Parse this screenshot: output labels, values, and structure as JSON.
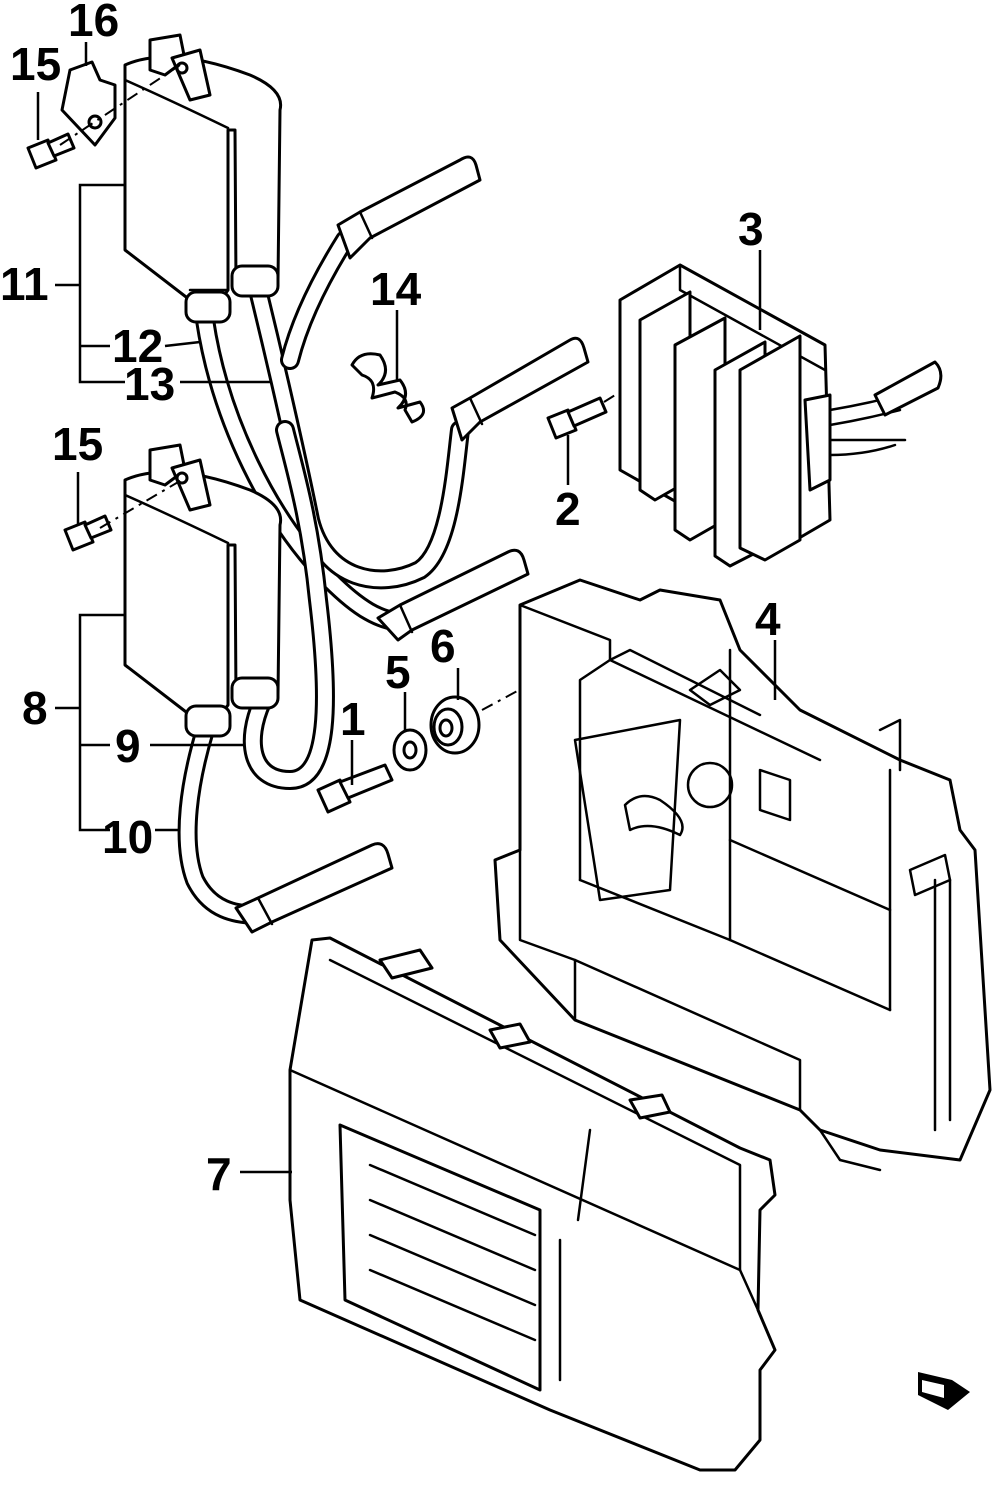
{
  "callouts": [
    {
      "id": "1",
      "text": "1"
    },
    {
      "id": "2",
      "text": "2"
    },
    {
      "id": "3",
      "text": "3"
    },
    {
      "id": "4",
      "text": "4"
    },
    {
      "id": "5",
      "text": "5"
    },
    {
      "id": "6",
      "text": "6"
    },
    {
      "id": "7",
      "text": "7"
    },
    {
      "id": "8",
      "text": "8"
    },
    {
      "id": "9",
      "text": "9"
    },
    {
      "id": "10",
      "text": "10"
    },
    {
      "id": "11",
      "text": "11"
    },
    {
      "id": "12",
      "text": "12"
    },
    {
      "id": "13",
      "text": "13"
    },
    {
      "id": "14",
      "text": "14"
    },
    {
      "id": "15a",
      "text": "15"
    },
    {
      "id": "15b",
      "text": "15"
    },
    {
      "id": "16",
      "text": "16"
    }
  ],
  "direction_marker": {
    "icon": "front-arrow-icon"
  }
}
